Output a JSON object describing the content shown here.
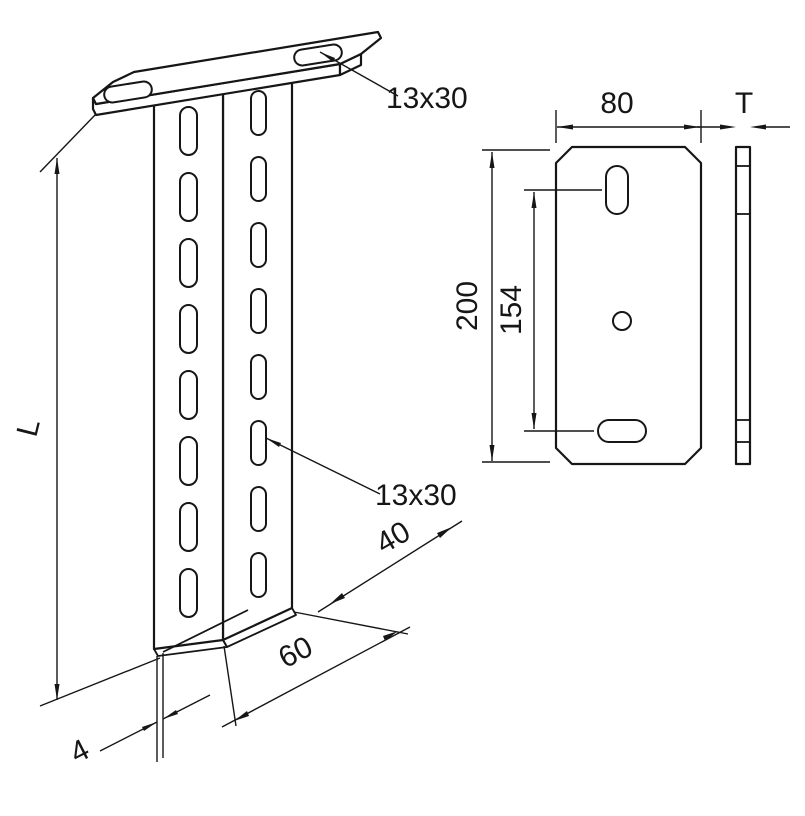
{
  "drawing": {
    "type": "technical-drawing",
    "line_color": "#161616",
    "background": "#ffffff",
    "iso": {
      "dim_length": "L",
      "slot_top_plate": "13x30",
      "slot_profile": "13x30",
      "dim_depth": "40",
      "dim_width": "60",
      "dim_web_thickness": "4"
    },
    "front": {
      "dim_plate_width": "80",
      "dim_plate_thickness": "T",
      "dim_plate_height": "200",
      "dim_slot_spacing": "154"
    }
  }
}
